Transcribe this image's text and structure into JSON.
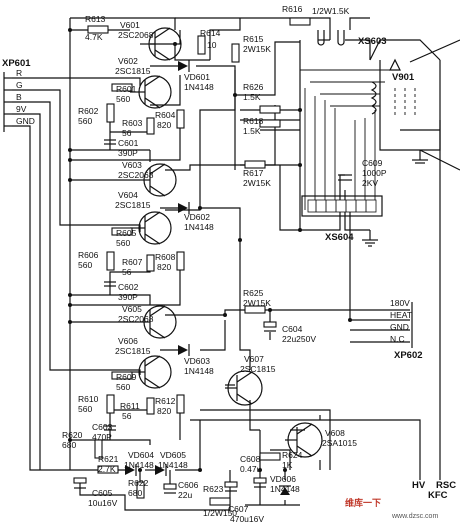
{
  "components": {
    "r613": {
      "ref": "R613",
      "value": "4.7K"
    },
    "v601": {
      "ref": "V601",
      "part": "2SC2068"
    },
    "r614": {
      "ref": "R614",
      "value": "10"
    },
    "r616": {
      "ref": "R616",
      "value": "1/2W1.5K"
    },
    "xs603": {
      "ref": "XS603"
    },
    "v902": {
      "ref": "V602",
      "part": "2SC1815"
    },
    "vd601": {
      "ref": "VD601",
      "part": "1N4148"
    },
    "r615": {
      "ref": "R615",
      "value": "2W15K"
    },
    "v901": {
      "ref": "V901"
    },
    "r601": {
      "ref": "R601",
      "value": "560"
    },
    "r602": {
      "ref": "R602",
      "value": "560"
    },
    "r603": {
      "ref": "R603",
      "value": "56"
    },
    "r604": {
      "ref": "R604",
      "value": "820"
    },
    "c601": {
      "ref": "C601",
      "value": "390P"
    },
    "r626": {
      "ref": "R626",
      "value": "1.5K"
    },
    "r618": {
      "ref": "R618",
      "value": "1.5K"
    },
    "v603": {
      "ref": "V603",
      "part": "2SC2068"
    },
    "r617": {
      "ref": "R617",
      "value": "2W15K"
    },
    "c609": {
      "ref": "C609",
      "value": "1000P",
      "rating": "2KV"
    },
    "v604": {
      "ref": "V604",
      "part": "2SC1815"
    },
    "vd602": {
      "ref": "VD602",
      "part": "1N4148"
    },
    "r605": {
      "ref": "R605",
      "value": "560"
    },
    "r606": {
      "ref": "R606",
      "value": "560"
    },
    "r607": {
      "ref": "R607",
      "value": "56"
    },
    "r608": {
      "ref": "R608",
      "value": "820"
    },
    "c602": {
      "ref": "C602",
      "value": "390P"
    },
    "xs604": {
      "ref": "XS604"
    },
    "r625": {
      "ref": "R625",
      "value": "2W15K"
    },
    "v605": {
      "ref": "V605",
      "part": "2SC2068"
    },
    "c604": {
      "ref": "C604",
      "value": "22u250V"
    },
    "v606": {
      "ref": "V606",
      "part": "2SC1815"
    },
    "vd603": {
      "ref": "VD603",
      "part": "1N4148"
    },
    "r609": {
      "ref": "R609",
      "value": "560"
    },
    "v607": {
      "ref": "V607",
      "part": "2SC1815"
    },
    "r610": {
      "ref": "R610",
      "value": "560"
    },
    "r611": {
      "ref": "R611",
      "value": "56"
    },
    "r612": {
      "ref": "R612",
      "value": "820"
    },
    "c603": {
      "ref": "C603",
      "value": "470P"
    },
    "r620": {
      "ref": "R620",
      "value": "680"
    },
    "v608": {
      "ref": "V608",
      "part": "2SA1015"
    },
    "r621": {
      "ref": "R621",
      "value": "2.7K"
    },
    "vd604": {
      "ref": "VD604",
      "part": "1N4148"
    },
    "vd605": {
      "ref": "VD605",
      "part": "1N4148"
    },
    "c608": {
      "ref": "C608",
      "value": "0.47u"
    },
    "r624": {
      "ref": "R624",
      "value": "1K"
    },
    "r622": {
      "ref": "R622",
      "value": "680"
    },
    "c606": {
      "ref": "C606",
      "value": "22u"
    },
    "vd606": {
      "ref": "VD606",
      "part": "1N4148"
    },
    "c605": {
      "ref": "C605",
      "value": "10u16V"
    },
    "r623": {
      "ref": "R623",
      "value": "1/2W150"
    },
    "c607": {
      "ref": "C607",
      "value": "470u16V"
    }
  },
  "connectors": {
    "xp601": {
      "ref": "XP601",
      "pins": [
        "R",
        "G",
        "B",
        "9V",
        "GND"
      ]
    },
    "xp602": {
      "ref": "XP602",
      "pins": [
        "180V",
        "HEAT",
        "GND",
        "N.C"
      ]
    }
  },
  "bottom_labels": {
    "hv": "HV",
    "rsc": "RSC",
    "kfc": "KFC"
  },
  "watermark": {
    "brand": "维库一下",
    "site": "www.dzsc.com"
  }
}
